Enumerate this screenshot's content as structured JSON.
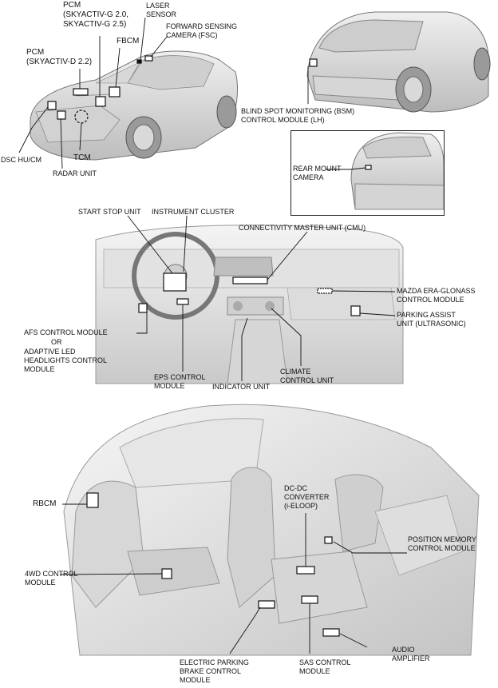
{
  "labels": {
    "laser_sensor": "LASER\nSENSOR",
    "pcm_g": "PCM\n(SKYACTIV-G 2.0,\nSKYACTIV-G 2.5)",
    "fsc": "FORWARD SENSING\nCAMERA (FSC)",
    "fbcm": "FBCM",
    "pcm_d": "PCM\n(SKYACTIV-D 2.2)",
    "dsc": "DSC HU/CM",
    "tcm": "TCM",
    "radar": "RADAR UNIT",
    "bsm": "BLIND SPOT MONITORING (BSM)\nCONTROL MODULE (LH)",
    "rear_cam": "REAR MOUNT\nCAMERA",
    "start_stop": "START STOP UNIT",
    "instrument": "INSTRUMENT CLUSTER",
    "cmu": "CONNECTIVITY MASTER UNIT (CMU)",
    "era": "MAZDA ERA-GLONASS\nCONTROL MODULE",
    "parking": "PARKING ASSIST\nUNIT (ULTRASONIC)",
    "afs": "AFS CONTROL MODULE",
    "or": "OR",
    "adaptive": "ADAPTIVE LED\nHEADLIGHTS CONTROL\nMODULE",
    "eps": "EPS CONTROL\nMODULE",
    "indicator": "INDICATOR UNIT",
    "climate": "CLIMATE\nCONTROL UNIT",
    "rbcm": "RBCM",
    "dcdc": "DC-DC\nCONVERTER\n(i-ELOOP)",
    "position": "POSITION MEMORY\nCONTROL MODULE",
    "fwd": "4WD CONTROL\nMODULE",
    "epb": "ELECTRIC PARKING\nBRAKE CONTROL\nMODULE",
    "sas": "SAS CONTROL\nMODULE",
    "audio": "AUDIO\nAMPLIFIER"
  }
}
